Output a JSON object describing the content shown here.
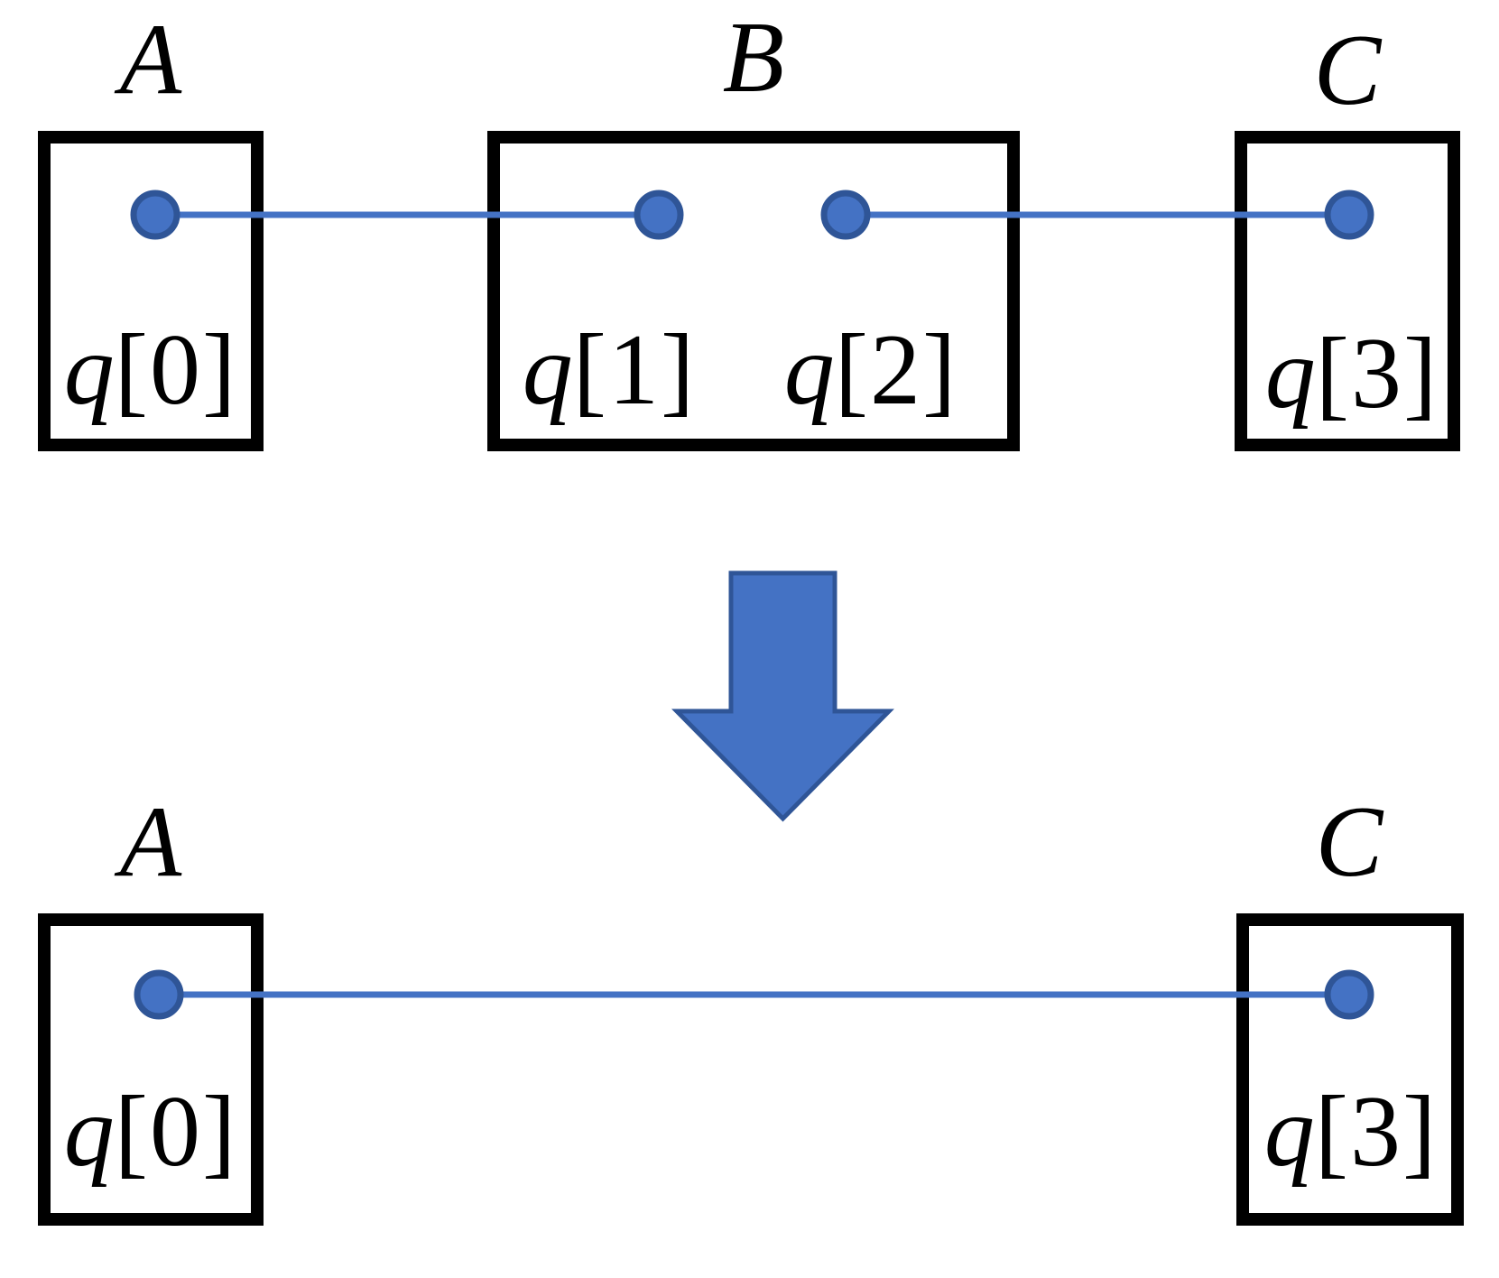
{
  "colors": {
    "background": "#ffffff",
    "box_border": "#000000",
    "node_fill": "#4472c4",
    "node_stroke": "#2f5597",
    "wire": "#4472c4",
    "arrow_fill": "#4472c4",
    "arrow_stroke": "#2f5597",
    "text": "#000000"
  },
  "icons": {
    "transform_arrow": "down-block-arrow"
  },
  "before": {
    "registers": [
      {
        "label": "A",
        "qubits": [
          {
            "name": "q",
            "index": "[0]"
          }
        ]
      },
      {
        "label": "B",
        "qubits": [
          {
            "name": "q",
            "index": "[1]"
          },
          {
            "name": "q",
            "index": "[2]"
          }
        ]
      },
      {
        "label": "C",
        "qubits": [
          {
            "name": "q",
            "index": "[3]"
          }
        ]
      }
    ]
  },
  "after": {
    "registers": [
      {
        "label": "A",
        "qubits": [
          {
            "name": "q",
            "index": "[0]"
          }
        ]
      },
      {
        "label": "C",
        "qubits": [
          {
            "name": "q",
            "index": "[3]"
          }
        ]
      }
    ]
  }
}
